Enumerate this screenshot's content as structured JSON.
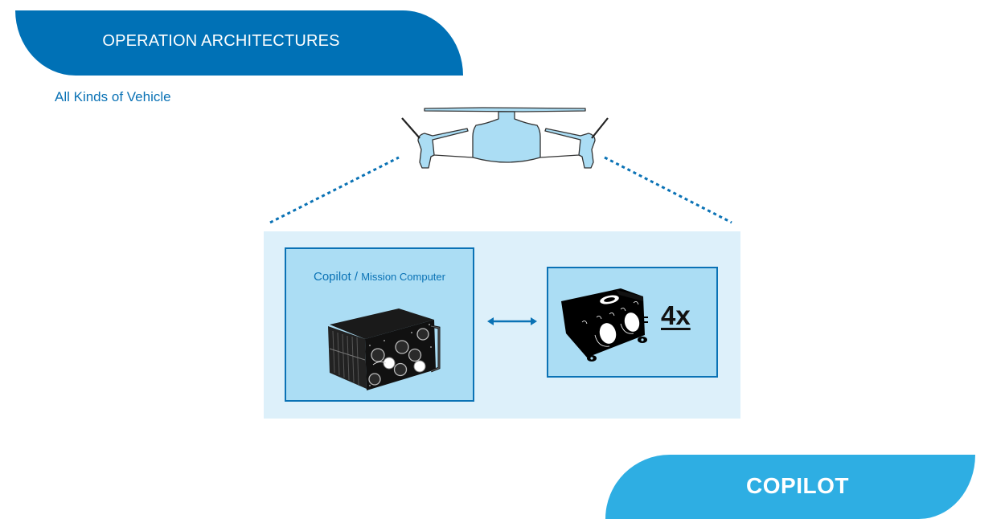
{
  "header": {
    "title": "OPERATION ARCHITECTURES"
  },
  "subtitle": "All Kinds of Vehicle",
  "diagram": {
    "vehicle": {
      "icon": "tiltrotor-aircraft-icon"
    },
    "mission_computer": {
      "title_main": "Copilot",
      "title_separator": " / ",
      "title_sub": "Mission Computer",
      "icon": "rugged-computer-icon"
    },
    "link": {
      "icon": "bidirectional-arrow-icon"
    },
    "sensor": {
      "icon": "stereo-camera-icon",
      "count_label": "4x"
    }
  },
  "footer": {
    "badge": "COPILOT"
  },
  "colors": {
    "primary_blue": "#0071B6",
    "accent_blue": "#2EAEE3",
    "panel_bg": "#DDF0FA",
    "box_bg": "#ABDDF4",
    "aircraft_fill": "#ABDDF4"
  }
}
